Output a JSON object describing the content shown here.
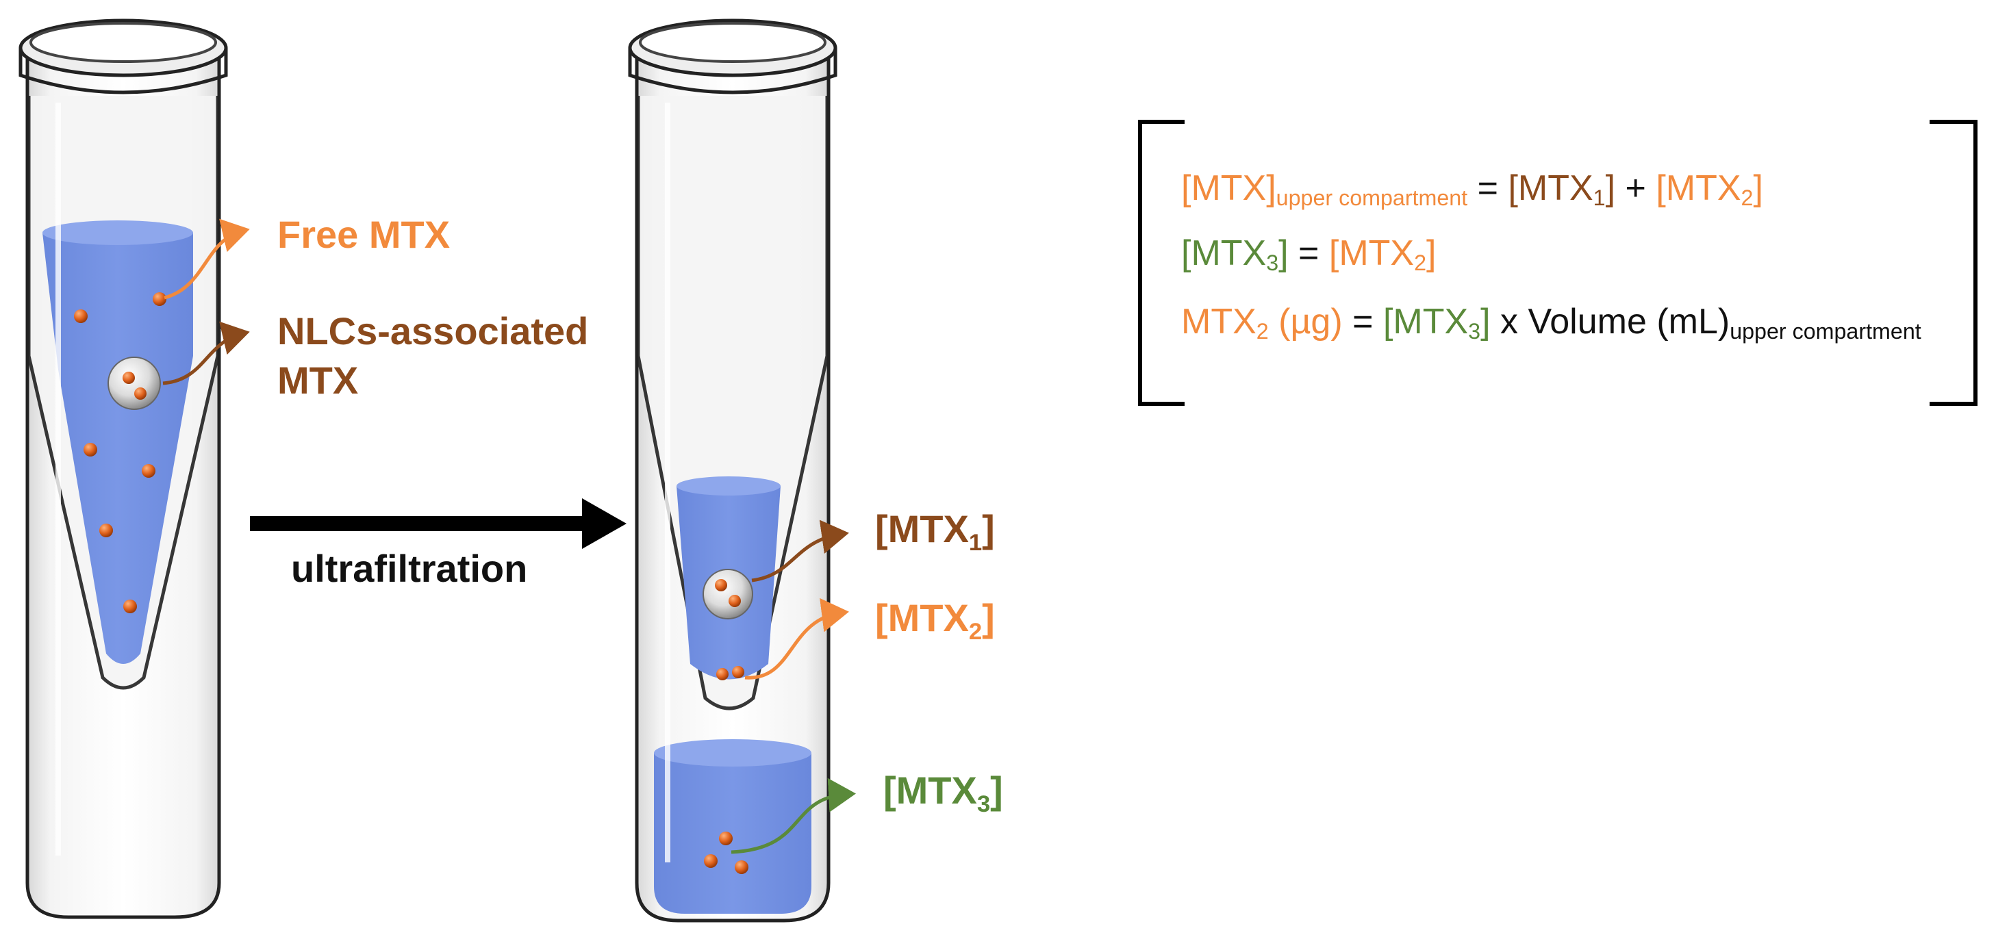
{
  "labels": {
    "free_mtx": "Free MTX",
    "nlc_line1": "NLCs-associated",
    "nlc_line2": "MTX",
    "ultrafiltration": "ultrafiltration",
    "mtx1_main": "[MTX",
    "mtx1_sub": "1",
    "mtx1_end": "]",
    "mtx2_main": "[MTX",
    "mtx2_sub": "2",
    "mtx2_end": "]",
    "mtx3_main": "[MTX",
    "mtx3_sub": "3",
    "mtx3_end": "]"
  },
  "equations": {
    "line1": {
      "a": "[MTX]",
      "a_sub": "upper compartment",
      "eq": " = ",
      "b": "[MTX",
      "b_sub": "1",
      "b_end": "]",
      "plus": " + ",
      "c": "[MTX",
      "c_sub": "2",
      "c_end": "]"
    },
    "line2": {
      "a": "[MTX",
      "a_sub": "3",
      "a_end": "]",
      "eq": " = ",
      "b": "[MTX",
      "b_sub": "2",
      "b_end": "]"
    },
    "line3": {
      "a": "MTX",
      "a_sub": "2",
      "a_unit": " (µg)",
      "eq": " = ",
      "b": "[MTX",
      "b_sub": "3",
      "b_end": "]",
      "rest": " x Volume (mL)",
      "rest_sub": "upper compartment"
    }
  },
  "colors": {
    "free": "#f28a3c",
    "associated": "#8b4a1c",
    "filtrate": "#5a8a3a",
    "liquid": "#6f8fe0",
    "particle": "#e0621c"
  }
}
